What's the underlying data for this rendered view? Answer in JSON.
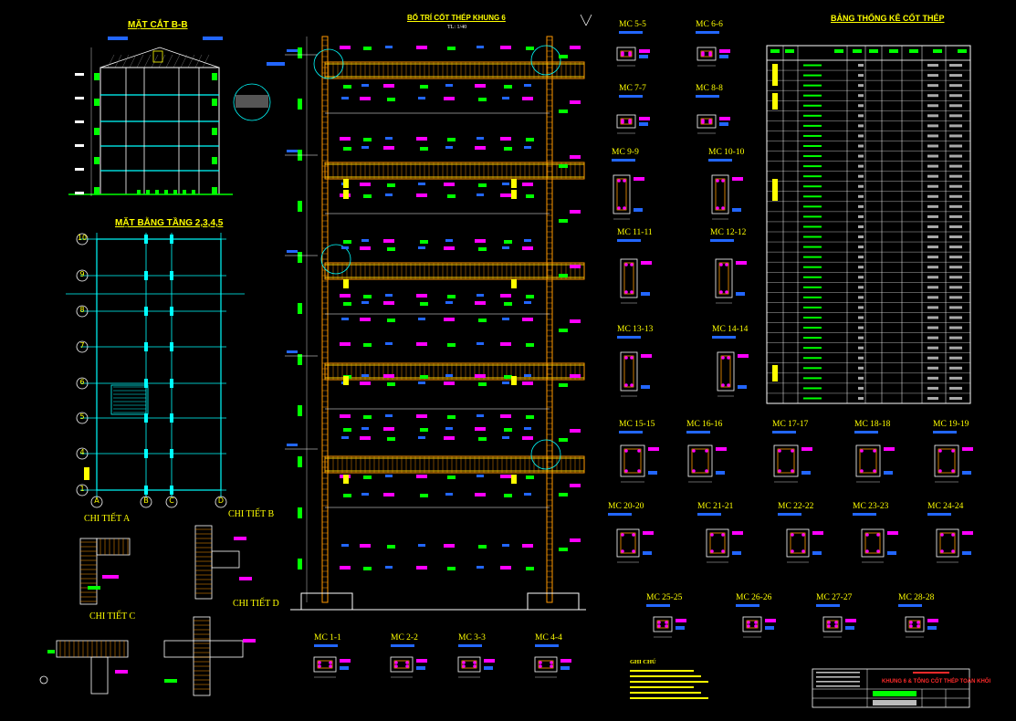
{
  "section_bb": {
    "title": "MẶT CẮT B-B"
  },
  "floor_plan": {
    "title": "MẶT BẰNG TẦNG 2,3,4,5",
    "rows": [
      "10",
      "9",
      "8",
      "7",
      "6",
      "5",
      "4",
      "1"
    ],
    "cols": [
      "A",
      "B",
      "C",
      "D"
    ]
  },
  "frame": {
    "title": "BỐ TRÍ CỐT THÉP KHUNG 6",
    "scale": "TL: 1/40"
  },
  "schedule": {
    "title": "BẢNG THỐNG KÊ CỐT THÉP"
  },
  "details": {
    "a": "CHI TIẾT A",
    "b": "CHI TIẾT B",
    "c": "CHI TIẾT C",
    "d": "CHI TIẾT D"
  },
  "sections": {
    "row1": [
      "MC 5-5",
      "MC 6-6"
    ],
    "row2": [
      "MC 7-7",
      "MC 8-8"
    ],
    "row3": [
      "MC 9-9",
      "MC 10-10"
    ],
    "row4": [
      "MC 11-11",
      "MC 12-12"
    ],
    "row5": [
      "MC 13-13",
      "MC 14-14"
    ],
    "row6": [
      "MC 15-15",
      "MC 16-16",
      "MC 17-17",
      "MC 18-18",
      "MC 19-19"
    ],
    "row7": [
      "MC 20-20",
      "MC 21-21",
      "MC 22-22",
      "MC 23-23",
      "MC 24-24"
    ],
    "row8": [
      "MC 25-25",
      "MC 26-26",
      "MC 27-27",
      "MC 28-28"
    ],
    "bottom": [
      "MC 1-1",
      "MC 2-2",
      "MC 3-3",
      "MC 4-4"
    ]
  },
  "notes": {
    "title": "GHI CHÚ"
  },
  "title_block": {
    "drawing_title": "KHUNG 6 & TỔNG CỐT THÉP TOÀN KHỐI"
  },
  "colors": {
    "yellow": "#ffff00",
    "cyan": "#00ffff",
    "magenta": "#ff00ff",
    "green": "#00ff00",
    "orange": "#ff9900",
    "red": "#ff2a2a",
    "blue": "#2266ff"
  }
}
